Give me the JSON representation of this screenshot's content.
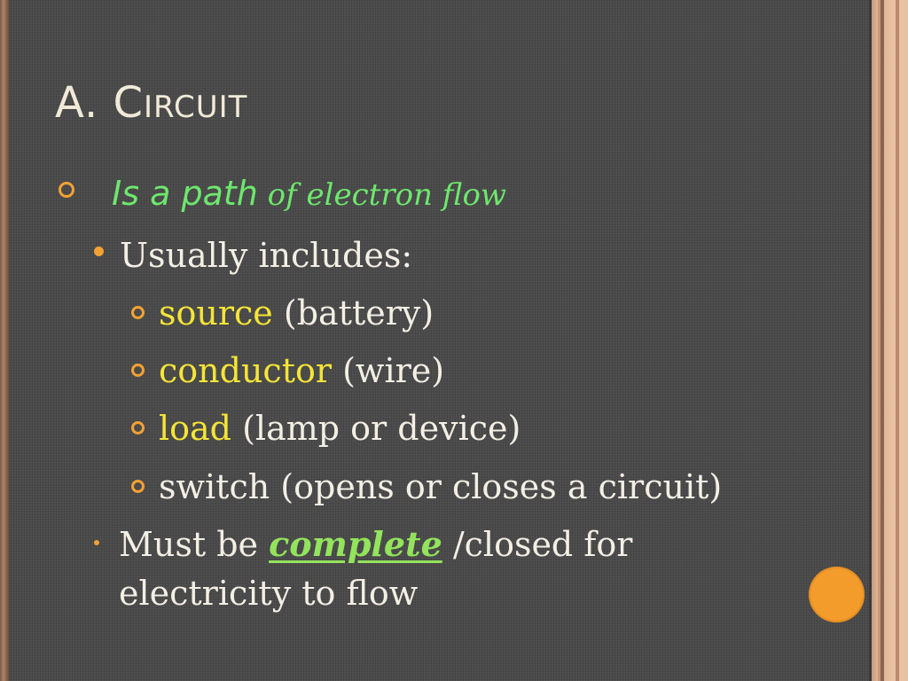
{
  "slide": {
    "title_first": "A. C",
    "title_rest": "IRCUIT",
    "level1": {
      "text_a": "Is a path",
      "text_b": " of electron flow"
    },
    "usually": "Usually includes:",
    "items": [
      {
        "keyword": "source",
        "rest": " (battery)"
      },
      {
        "keyword": "conductor",
        "rest": " (wire)"
      },
      {
        "keyword": "load",
        "rest": " (lamp or device)"
      },
      {
        "keyword": "",
        "rest": "switch (opens or closes a circuit)"
      }
    ],
    "must": {
      "before": "Must be ",
      "emph": "complete",
      "after": " /closed for",
      "line2": "electricity to flow"
    }
  },
  "colors": {
    "accent": "#f2a234",
    "green": "#6ee76e",
    "yellow": "#f5e537",
    "text": "#f3efe5"
  }
}
